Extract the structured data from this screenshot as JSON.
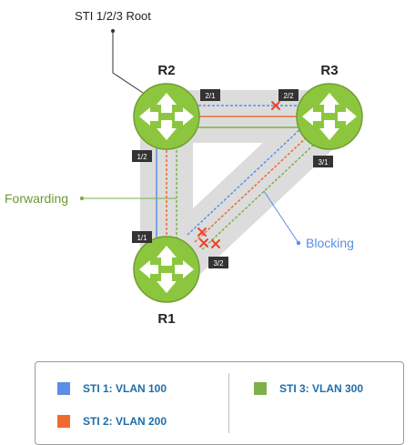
{
  "title_callout": "STI 1/2/3 Root",
  "routers": {
    "r1": "R1",
    "r2": "R2",
    "r3": "R3"
  },
  "ports": {
    "r2_to_r3": "2/1",
    "r3_to_r2": "2/2",
    "r2_to_r1": "1/2",
    "r1_to_r2": "1/1",
    "r1_to_r3": "3/2",
    "r3_to_r1": "3/1"
  },
  "callouts": {
    "forwarding": "Forwarding",
    "blocking": "Blocking"
  },
  "colors": {
    "sti1": "#5b8ee6",
    "sti2": "#f06a2f",
    "sti3": "#7eb04a",
    "router": "#8cc63f",
    "link_bg": "#d9d9d9"
  },
  "legend": [
    {
      "label": "STI 1: VLAN 100",
      "color": "#5b8ee6"
    },
    {
      "label": "STI 2: VLAN 200",
      "color": "#f06a2f"
    },
    {
      "label": "STI 3: VLAN 300",
      "color": "#7eb04a"
    }
  ]
}
